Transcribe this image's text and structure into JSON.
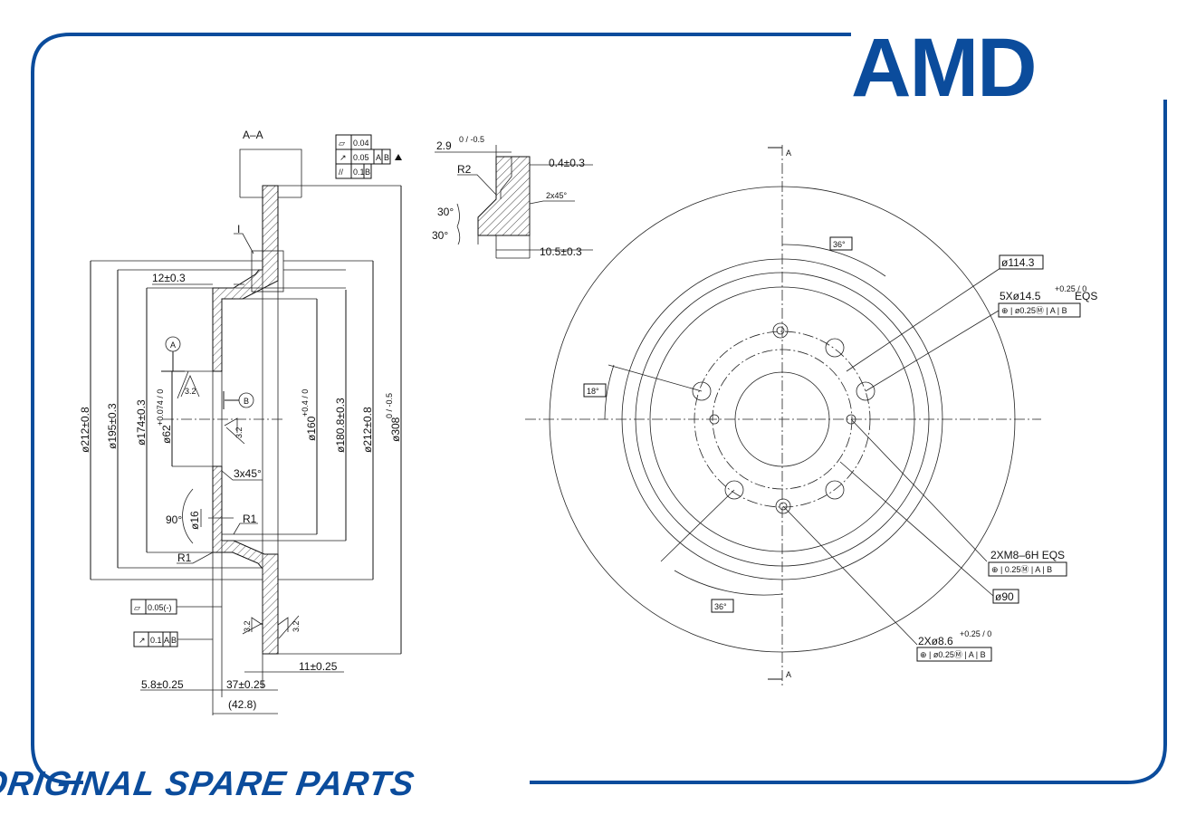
{
  "brand": {
    "logo": "AMD",
    "tagline": "ORIGINAL SPARE PARTS",
    "color": "#0b4c9c"
  },
  "section_view": {
    "title": "A–A",
    "detail_mark": "I",
    "datum_a": "A",
    "datum_b": "B",
    "fcf_top": [
      {
        "symbol": "▱",
        "value": "0.04"
      },
      {
        "symbol": "↗",
        "value": "0.05",
        "refs": [
          "A",
          "B"
        ]
      },
      {
        "symbol": "//",
        "value": "0.1",
        "refs": [
          "B"
        ]
      }
    ],
    "fcf_flat": {
      "symbol": "▱",
      "value": "0.05(-)"
    },
    "fcf_runout": {
      "symbol": "↗",
      "value": "0.1",
      "refs": [
        "A",
        "B"
      ]
    },
    "dims": {
      "d212_left": "ø212±0.8",
      "d195": "ø195±0.3",
      "d174": "ø174±0.3",
      "d62": "ø62",
      "d62_tol": "+0.074 / 0",
      "d160": "ø160",
      "d160_tol": "+0.4 / 0",
      "d180": "ø180.8±0.3",
      "d212_right": "ø212±0.8",
      "d308": "ø308",
      "d308_tol": "0 / -0.5",
      "w12": "12±0.3",
      "chamfer": "3x45°",
      "angle90": "90°",
      "d16": "ø16",
      "r1a": "R1",
      "r1b": "R1",
      "rough1": "3.2",
      "rough2": "3.2",
      "rough3": "3.2",
      "rough4": "3.2",
      "w11": "11±0.25",
      "w58": "5.8±0.25",
      "w37": "37±0.25",
      "w428": "(42.8)"
    }
  },
  "detail_view": {
    "d29": "2.9",
    "d29_tol": "0 / -0.5",
    "r2": "R2",
    "a30a": "30°",
    "a30b": "30°",
    "d04": "0.4±0.3",
    "chamfer": "2x45°",
    "d105": "10.5±0.3"
  },
  "front_view": {
    "section_a_top": "A",
    "section_a_bottom": "A",
    "angle36_top": "36°",
    "angle18": "18°",
    "angle36_bottom": "36°",
    "pcd": "ø114.3",
    "holes5": "5Xø14.5",
    "holes5_tol": "+0.25 / 0",
    "holes5_eqs": "EQS",
    "fcf_pos": "⊕ | ø0.25Ⓜ | A | B",
    "m8": "2XM8–6H EQS",
    "m8_fcf": "⊕ | 0.25Ⓜ | A | B",
    "d90": "ø90",
    "holes2": "2Xø8.6",
    "holes2_tol": "+0.25 / 0",
    "holes2_fcf": "⊕ | ø0.25Ⓜ | A | B"
  }
}
